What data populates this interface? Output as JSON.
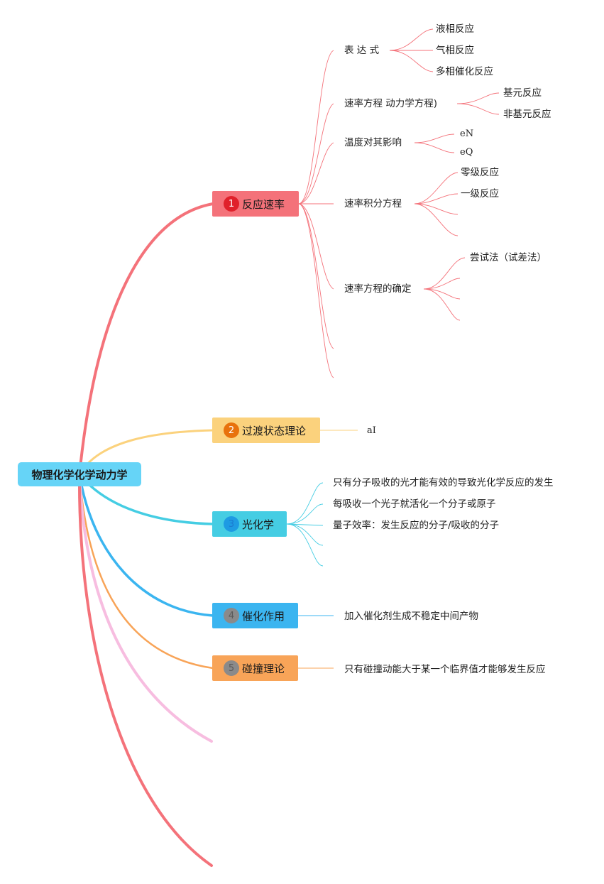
{
  "root": {
    "label": "物理化学化学动力学"
  },
  "branches": [
    {
      "num": "1",
      "label": "反应速率",
      "color": "#f4727a",
      "badge_color": "#e0212b",
      "num_color": "#ffffff",
      "children": [
        {
          "label": "表 达 式",
          "children": [
            "液相反应",
            "气相反应",
            "多相催化反应"
          ]
        },
        {
          "label": "速率方程 动力学方程)",
          "children": [
            "基元反应",
            "非基元反应"
          ]
        },
        {
          "label": "温度对其影响",
          "children": [
            "eN",
            "eQ"
          ]
        },
        {
          "label": "速率积分方程",
          "children": [
            "零级反应",
            "一级反应"
          ]
        },
        {
          "label": "速率方程的确定",
          "children": [
            "尝试法（试差法）"
          ]
        }
      ]
    },
    {
      "num": "2",
      "label": "过渡状态理论",
      "color": "#fbd27d",
      "badge_color": "#e8720c",
      "num_color": "#ffffff",
      "children": [
        {
          "label": "aI"
        }
      ]
    },
    {
      "num": "3",
      "label": "光化学",
      "color": "#45cde3",
      "badge_color": "#1e9be3",
      "num_color": "#1b7bd1",
      "children": [
        {
          "label": "只有分子吸收的光才能有效的导致光化学反应的发生"
        },
        {
          "label": "每吸收一个光子就活化一个分子或原子"
        },
        {
          "label": "量子效率：发生反应的分子/吸收的分子"
        }
      ]
    },
    {
      "num": "4",
      "label": "催化作用",
      "color": "#3bb5f0",
      "badge_color": "#8a8a8a",
      "num_color": "#5a5a5a",
      "children": [
        {
          "label": "加入催化剂生成不稳定中间产物"
        }
      ]
    },
    {
      "num": "5",
      "label": "碰撞理论",
      "color": "#f8a458",
      "badge_color": "#8a8a8a",
      "num_color": "#5a5a5a",
      "children": [
        {
          "label": "只有碰撞动能大于某一个临界值才能够发生反应"
        }
      ]
    }
  ],
  "colors": {
    "pink_stub": "#f7bde0",
    "red_stub": "#f4727a",
    "teal": "#45cde3",
    "blue": "#3bb5f0",
    "orange": "#f8a458",
    "yellow": "#fbd27d"
  }
}
